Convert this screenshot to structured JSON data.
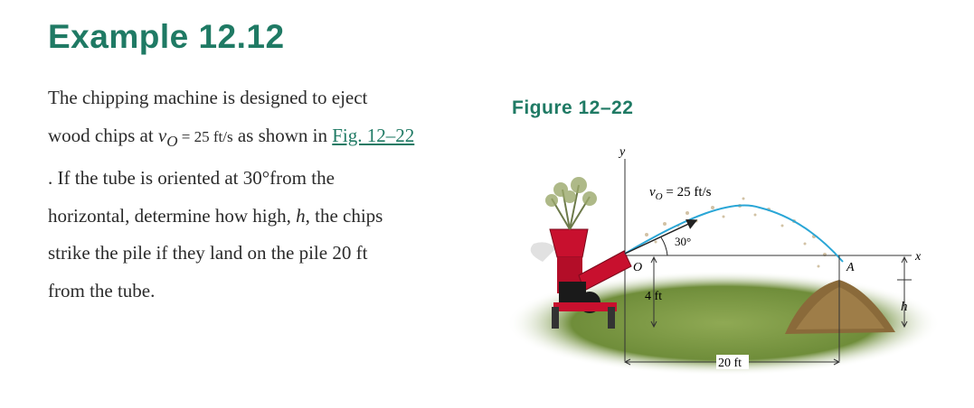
{
  "example": {
    "title": "Example 12.12"
  },
  "problem": {
    "line1": "The chipping machine is designed to eject",
    "line2_pre": "wood chips at ",
    "v_symbol": "v",
    "v_sub": "O",
    "v_eq": " = 25 ft/s",
    "line2_mid": " as shown in ",
    "fig_link": "Fig. 12–22",
    "line3_post": ". If the tube is oriented at 30°from the",
    "line4": "horizontal, determine how high, ",
    "h_symbol": "h",
    "line4_post": ", the chips",
    "line5": "strike the pile if they land on the pile 20 ft",
    "line6": "from the tube."
  },
  "figure": {
    "label": "Figure 12–22",
    "y_axis": "y",
    "x_axis": "x",
    "origin": "O",
    "point_a": "A",
    "velocity": "v",
    "velocity_sub": "O",
    "velocity_value": " = 25 ft/s",
    "angle": "30°",
    "height_label": "4 ft",
    "distance_label": "20 ft",
    "h_label": "h",
    "colors": {
      "trajectory": "#2aa6d6",
      "machine": "#c8102e",
      "ground": "#6f8d3a"
    }
  }
}
